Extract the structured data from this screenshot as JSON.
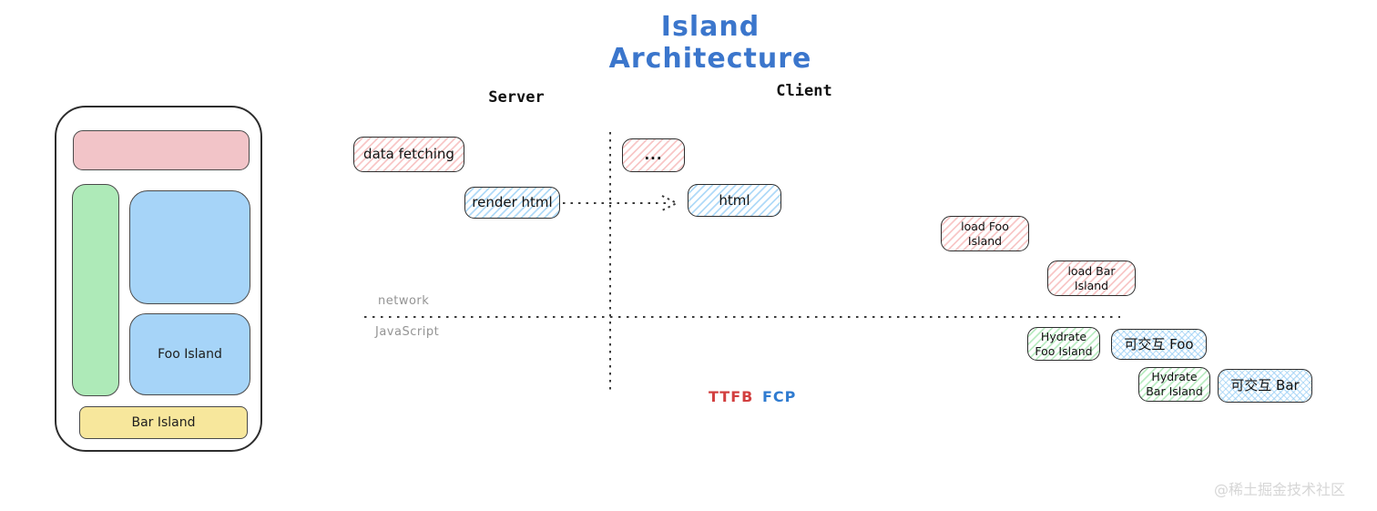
{
  "title": {
    "text": "Island Architecture",
    "color": "#3b76cc"
  },
  "columns": {
    "server": "Server",
    "client": "Client"
  },
  "lanes": {
    "network": "network",
    "javascript": "JavaScript"
  },
  "mockup": {
    "header_color": "#f2c4c8",
    "sidebar_color": "#aeeab8",
    "content_color": "#a6d4f8",
    "foo_island": {
      "label": "Foo Island",
      "color": "#a6d4f8"
    },
    "bar_island": {
      "label": "Bar Island",
      "color": "#f7e79c"
    }
  },
  "flow_boxes": [
    {
      "id": "data-fetching",
      "label": "data fetching",
      "fill": "pink-hachure"
    },
    {
      "id": "render-html",
      "label": "render html",
      "fill": "blue-hachure"
    },
    {
      "id": "ellipsis",
      "label": "...",
      "fill": "pink-hachure"
    },
    {
      "id": "html",
      "label": "html",
      "fill": "blue-hachure"
    },
    {
      "id": "load-foo-island",
      "label": "load Foo\nIsland",
      "fill": "pink-hachure"
    },
    {
      "id": "load-bar-island",
      "label": "load Bar\nIsland",
      "fill": "pink-hachure"
    },
    {
      "id": "hydrate-foo-island",
      "label": "Hydrate\nFoo Island",
      "fill": "green-hachure"
    },
    {
      "id": "interactive-foo",
      "label": "可交互 Foo",
      "fill": "blue-crosshatch"
    },
    {
      "id": "hydrate-bar-island",
      "label": "Hydrate\nBar Island",
      "fill": "green-hachure"
    },
    {
      "id": "interactive-bar",
      "label": "可交互 Bar",
      "fill": "blue-crosshatch"
    }
  ],
  "metrics": {
    "ttfb": {
      "label": "TTFB",
      "color": "#d23f3f"
    },
    "fcp": {
      "label": "FCP",
      "color": "#2f7bd0"
    }
  },
  "watermark": "@稀土掘金技术社区"
}
